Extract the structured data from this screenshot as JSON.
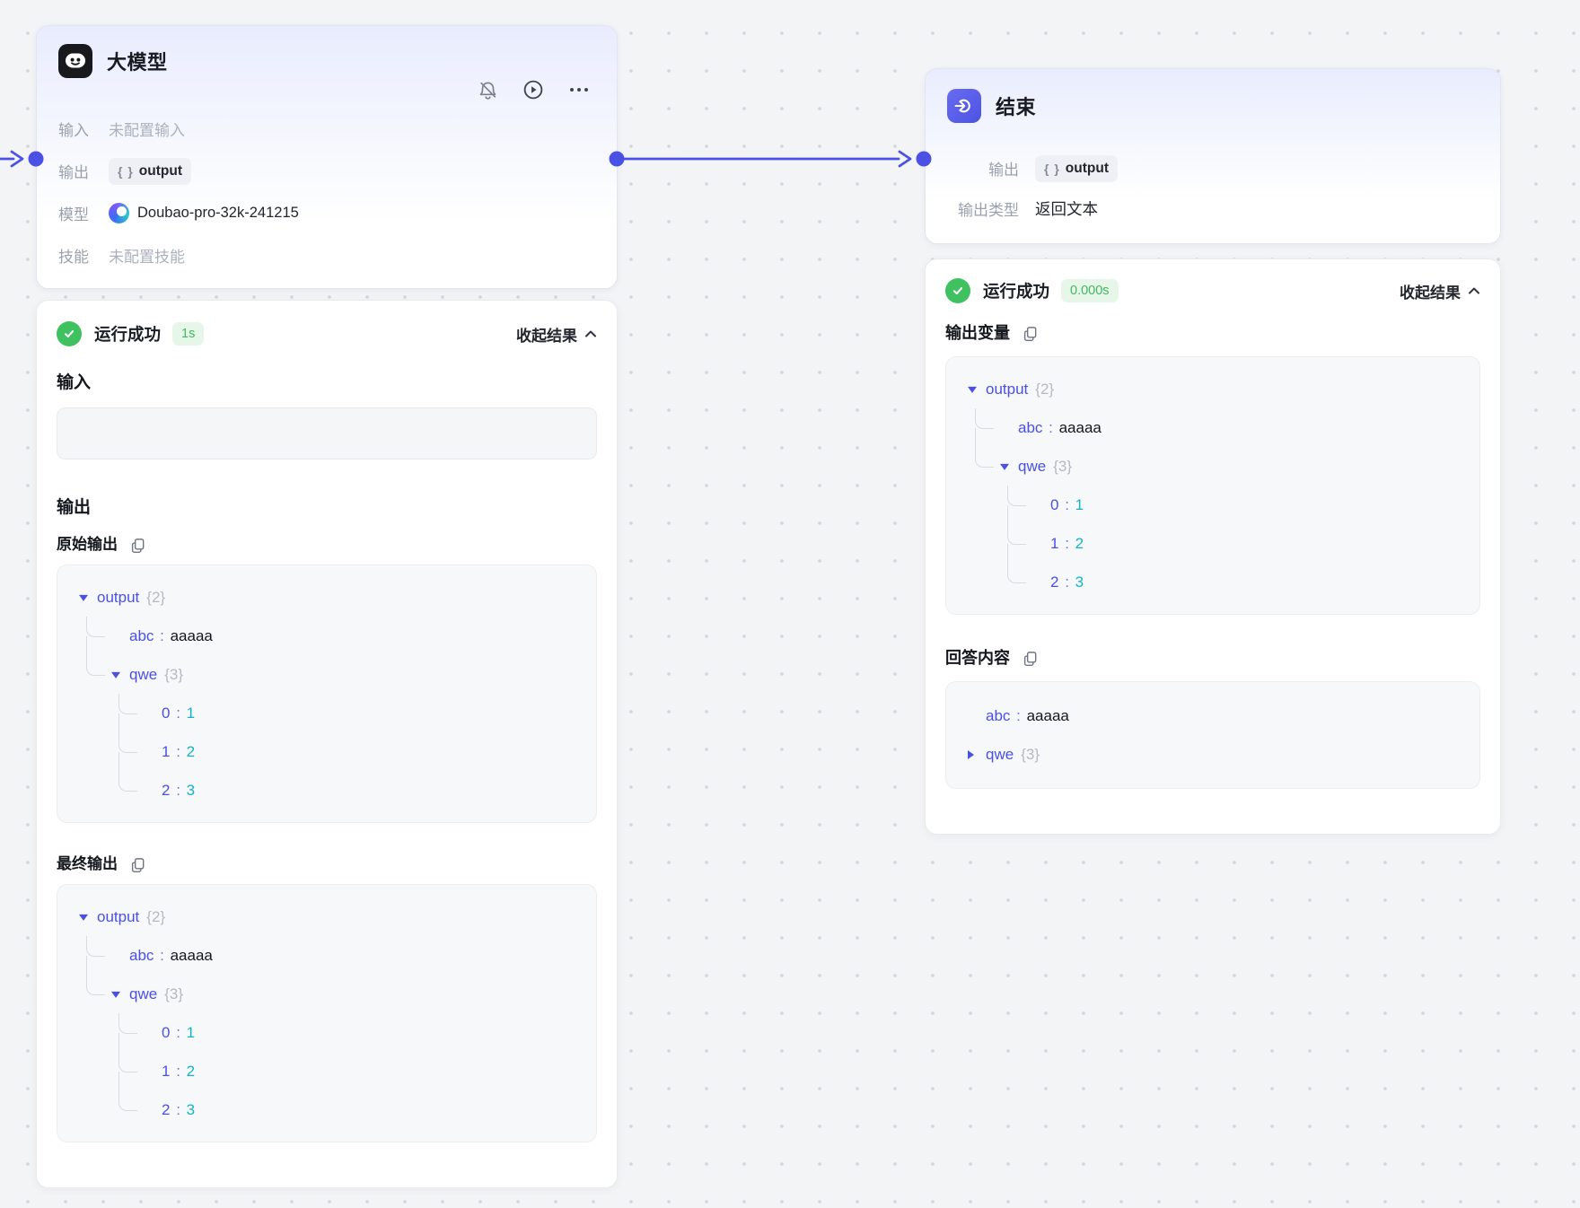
{
  "colors": {
    "accent": "#4b51e5",
    "tree_key": "#4a50e6",
    "tree_number": "#14b3c9",
    "tree_string": "#15181e",
    "success_green": "#3fc160",
    "duration_badge_bg": "#e6f7ea",
    "duration_badge_text": "#43b75f"
  },
  "llm_node": {
    "title": "大模型",
    "input_label": "输入",
    "input_value": "未配置输入",
    "output_label": "输出",
    "chip_braces": "{ }",
    "output_chip": "output",
    "model_label": "模型",
    "model_value": "Doubao-pro-32k-241215",
    "skill_label": "技能",
    "skill_value": "未配置技能"
  },
  "end_node": {
    "title": "结束",
    "output_label": "输出",
    "chip_braces": "{ }",
    "output_chip": "output",
    "type_label": "输出类型",
    "type_value": "返回文本"
  },
  "llm_result": {
    "status": "运行成功",
    "duration": "1s",
    "collapse": "收起结果",
    "input_heading": "输入",
    "output_heading": "输出",
    "raw_label": "原始输出",
    "final_label": "最终输出"
  },
  "end_result": {
    "status": "运行成功",
    "duration": "0.000s",
    "collapse": "收起结果",
    "vars_label": "输出变量",
    "answer_label": "回答内容"
  },
  "trees": {
    "raw": [
      {
        "level": 0,
        "kind": "open",
        "key": "output",
        "badge": "{2}"
      },
      {
        "level": 1,
        "kind": "leaf",
        "key": "abc",
        "value": "aaaaa",
        "vtype": "string",
        "elbow": "mid"
      },
      {
        "level": 1,
        "kind": "open",
        "key": "qwe",
        "badge": "{3}",
        "elbow": "last"
      },
      {
        "level": 2,
        "kind": "leaf",
        "key": "0",
        "value": "1",
        "vtype": "number",
        "elbow": "mid"
      },
      {
        "level": 2,
        "kind": "leaf",
        "key": "1",
        "value": "2",
        "vtype": "number",
        "elbow": "mid"
      },
      {
        "level": 2,
        "kind": "leaf",
        "key": "2",
        "value": "3",
        "vtype": "number",
        "elbow": "last"
      }
    ],
    "final": [
      {
        "level": 0,
        "kind": "open",
        "key": "output",
        "badge": "{2}"
      },
      {
        "level": 1,
        "kind": "leaf",
        "key": "abc",
        "value": "aaaaa",
        "vtype": "string",
        "elbow": "mid"
      },
      {
        "level": 1,
        "kind": "open",
        "key": "qwe",
        "badge": "{3}",
        "elbow": "last"
      },
      {
        "level": 2,
        "kind": "leaf",
        "key": "0",
        "value": "1",
        "vtype": "number",
        "elbow": "mid"
      },
      {
        "level": 2,
        "kind": "leaf",
        "key": "1",
        "value": "2",
        "vtype": "number",
        "elbow": "mid"
      },
      {
        "level": 2,
        "kind": "leaf",
        "key": "2",
        "value": "3",
        "vtype": "number",
        "elbow": "last"
      }
    ],
    "vars": [
      {
        "level": 0,
        "kind": "open",
        "key": "output",
        "badge": "{2}"
      },
      {
        "level": 1,
        "kind": "leaf",
        "key": "abc",
        "value": "aaaaa",
        "vtype": "string",
        "elbow": "mid"
      },
      {
        "level": 1,
        "kind": "open",
        "key": "qwe",
        "badge": "{3}",
        "elbow": "last"
      },
      {
        "level": 2,
        "kind": "leaf",
        "key": "0",
        "value": "1",
        "vtype": "number",
        "elbow": "mid"
      },
      {
        "level": 2,
        "kind": "leaf",
        "key": "1",
        "value": "2",
        "vtype": "number",
        "elbow": "mid"
      },
      {
        "level": 2,
        "kind": "leaf",
        "key": "2",
        "value": "3",
        "vtype": "number",
        "elbow": "last"
      }
    ],
    "answer": [
      {
        "level": 0,
        "kind": "leaf",
        "key": "abc",
        "value": "aaaaa",
        "vtype": "string"
      },
      {
        "level": 0,
        "kind": "collapsed",
        "key": "qwe",
        "badge": "{3}"
      }
    ]
  }
}
